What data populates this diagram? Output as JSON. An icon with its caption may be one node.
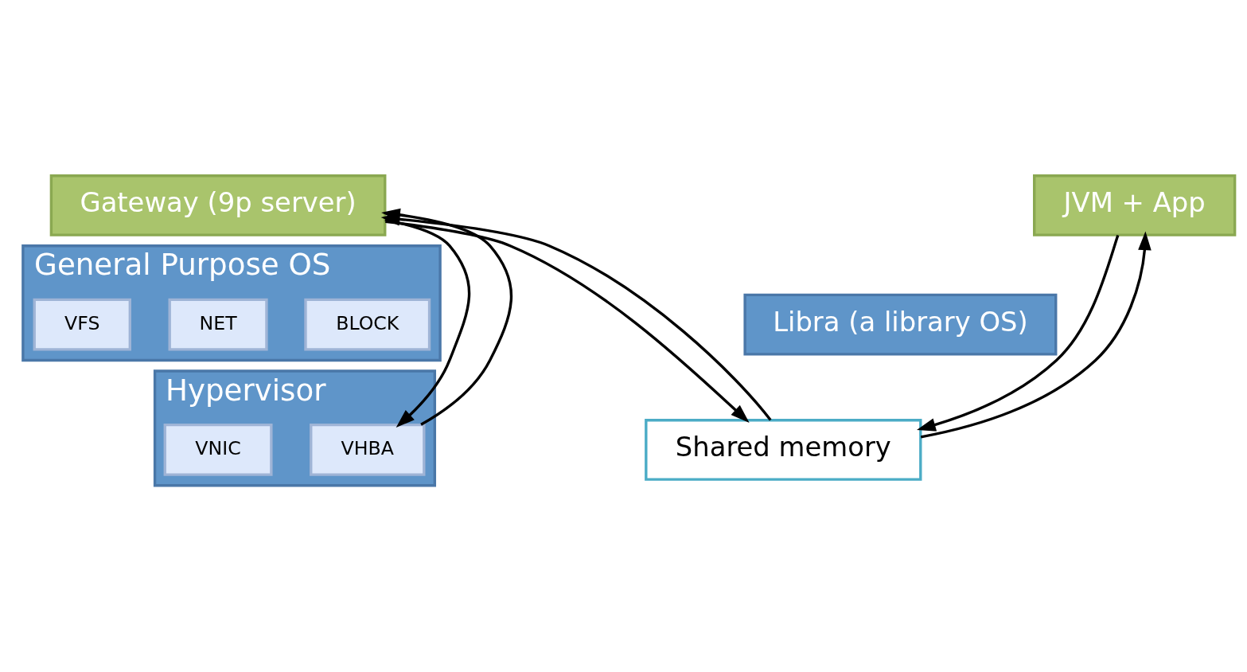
{
  "diagram": {
    "nodes": [
      {
        "text": [
          "Gateway (9p server)"
        ]
      },
      {
        "text": [
          "General Purpose OS"
        ]
      },
      {
        "text": [
          "VFS"
        ],
        "in": 1
      },
      {
        "text": [
          "NET"
        ],
        "in": 1
      },
      {
        "text": [
          "BLOCK"
        ],
        "in": 1
      },
      {
        "text": [
          "JVM + App"
        ]
      },
      {
        "text": [
          "Libra (a library OS)"
        ]
      },
      {
        "text": [
          "Shared memory"
        ]
      },
      {
        "text": [
          "Hypervisor"
        ]
      },
      {
        "text": [
          "VNIC"
        ],
        "in": 8
      },
      {
        "text": [
          "VHBA"
        ],
        "in": 8
      }
    ],
    "edges": [
      {
        "from": 0,
        "to": 10,
        "arrow": "to"
      },
      {
        "from": 10,
        "to": 0,
        "arrow": "to"
      },
      {
        "from": 0,
        "to": 7,
        "arrow": "to"
      },
      {
        "from": 7,
        "to": 0,
        "arrow": "to"
      },
      {
        "from": 7,
        "to": 5,
        "arrow": "to"
      },
      {
        "from": 5,
        "to": 7,
        "arrow": "to"
      }
    ]
  }
}
